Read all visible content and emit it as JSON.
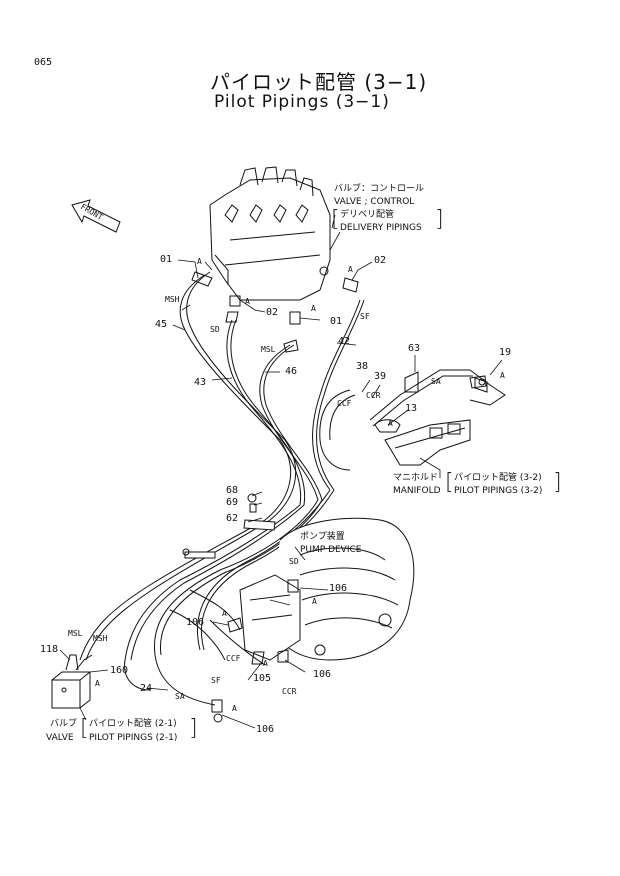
{
  "page_number": "065",
  "title_ja": "パイロット配管 (3−1)",
  "title_en": "Pilot Pipings (3−1)",
  "front_label": "FRONT",
  "callouts": {
    "valve_control": {
      "ja": "バルブ：コントロール",
      "en": "VALVE ; CONTROL",
      "sub_ja": "デリベリ配管",
      "sub_en": "DELIVERY PIPINGS"
    },
    "manifold": {
      "ja": "マニホルド",
      "en": "MANIFOLD",
      "ref_ja": "パイロット配管 (3-2)",
      "ref_en": "PILOT PIPINGS (3-2)"
    },
    "pump": {
      "ja": "ポンプ装置",
      "en": "PUMP DEVICE"
    },
    "valve": {
      "ja": "バルブ",
      "en": "VALVE",
      "ref_ja": "パイロット配管 (2-1)",
      "ref_en": "PILOT PIPINGS (2-1)"
    }
  },
  "part_numbers": {
    "p01a": "01",
    "p02a": "02",
    "p02b": "02",
    "p01b": "01",
    "p45": "45",
    "p43": "43",
    "p46": "46",
    "p42": "42",
    "p38": "38",
    "p39": "39",
    "p63": "63",
    "p19": "19",
    "p13": "13",
    "p68": "68",
    "p69": "69",
    "p62": "62",
    "p106a": "106",
    "p106b": "106",
    "p106c": "106",
    "p106d": "106",
    "p105": "105",
    "p118": "118",
    "p160": "160",
    "p24": "24"
  },
  "codes": {
    "msh1": "MSH",
    "sd1": "SD",
    "msl1": "MSL",
    "sf1": "SF",
    "ccf1": "CCF",
    "ccr1": "CCR",
    "sa1": "SA",
    "sd2": "SD",
    "msl2": "MSL",
    "msh2": "MSH",
    "ccf2": "CCF",
    "sf2": "SF",
    "ccr2": "CCR",
    "sa2": "SA"
  },
  "view_marks": {
    "a1": "A",
    "a2": "A",
    "a3": "A",
    "a4": "A",
    "a5": "A",
    "a6": "A",
    "a7": "A",
    "a8": "A",
    "a9": "A",
    "a10": "A",
    "a11": "A"
  }
}
